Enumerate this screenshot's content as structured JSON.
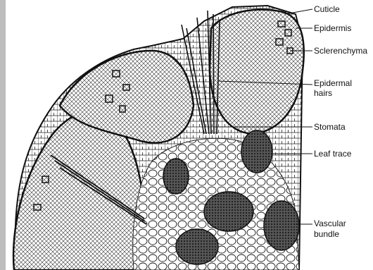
{
  "labels": {
    "cuticle": "Cuticle",
    "epidermis": "Epidermis",
    "sclerenchyma": "Sclerenchyma",
    "epidermal_hairs_1": "Epidermal",
    "epidermal_hairs_2": "hairs",
    "stomata": "Stomata",
    "leaf_trace": "Leaf trace",
    "vascular_bundle_1": "Vascular",
    "vascular_bundle_2": "bundle"
  }
}
